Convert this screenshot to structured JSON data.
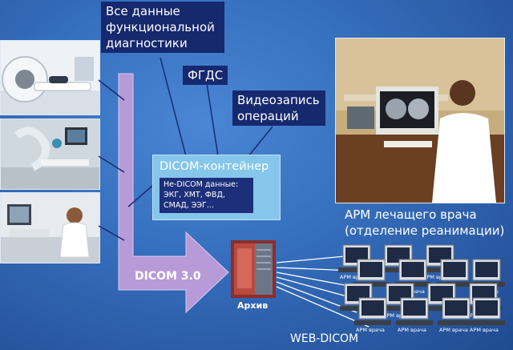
{
  "labels": {
    "fd_line1": "Все данные",
    "fd_line2": "функциональной",
    "fd_line3": "диагностики",
    "fgds": "ФГДС",
    "video_line1": "Видеозапись",
    "video_line2": "операций",
    "dicom_container": "DICOM-контейнер",
    "nondicom_line1": "Не-DICOM данные:",
    "nondicom_line2": "ЭКГ, ХМТ, ФВД,",
    "nondicom_line3": "СМАД, ЭЭГ...",
    "dicom30": "DICOM 3.0",
    "archive": "Архив",
    "arm_line1": "АРМ лечащего врача",
    "arm_line2": "(отделение реанимации)",
    "web_dicom": "WEB-DICOM",
    "workstation_label": "АРМ врача"
  },
  "colors": {
    "background": "#3670be",
    "label_bg": "#16286e",
    "arrow": "#b79bd8",
    "container": "#86c6ea"
  }
}
